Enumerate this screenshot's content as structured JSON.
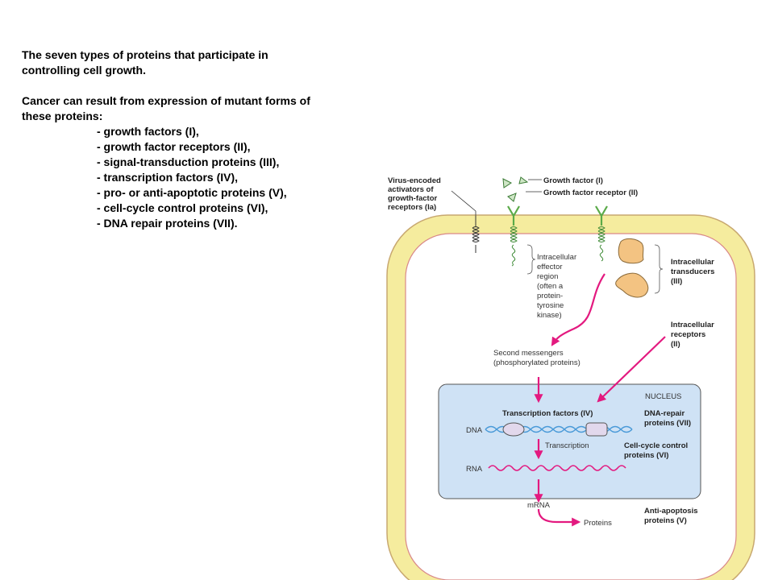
{
  "text": {
    "title_line1": "The seven types of proteins that participate in",
    "title_line2": "controlling cell growth.",
    "cancer_line1": "Cancer can result from expression of mutant forms of",
    "cancer_line2": "these proteins:",
    "items": [
      "- growth factors (I),",
      "- growth factor receptors (II),",
      "- signal-transduction proteins (III),",
      "- transcription factors (IV),",
      "- pro- or anti-apoptotic proteins (V),",
      "- cell-cycle control proteins (VI),",
      "- DNA repair proteins (VII)."
    ]
  },
  "diagram": {
    "virus_label": [
      "Virus-encoded",
      "activators of",
      "growth-factor",
      "receptors (Ia)"
    ],
    "growth_factor": "Growth factor (I)",
    "growth_factor_receptor": "Growth factor receptor (II)",
    "effector_label": [
      "Intracellular",
      "effector",
      "region",
      "(often a",
      "protein-",
      "tyrosine",
      "kinase)"
    ],
    "transducers_label": [
      "Intracellular",
      "transducers",
      "(III)"
    ],
    "receptors_label": [
      "Intracellular",
      "receptors",
      "(II)"
    ],
    "second_messengers": [
      "Second messengers",
      "(phosphorylated proteins)"
    ],
    "nucleus": "NUCLEUS",
    "transcription_factors": "Transcription factors (IV)",
    "dna_repair": [
      "DNA-repair",
      "proteins (VII)"
    ],
    "dna": "DNA",
    "transcription": "Transcription",
    "cell_cycle": [
      "Cell-cycle control",
      "proteins (VI)"
    ],
    "rna": "RNA",
    "mrna": "mRNA",
    "proteins": "Proteins",
    "anti_apoptosis": [
      "Anti-apoptosis",
      "proteins (V)"
    ],
    "colors": {
      "membrane": "#f5ec9e",
      "membrane_outline": "#c8a870",
      "inner_outline": "#d98888",
      "nucleus_fill": "#cfe2f5",
      "arrow": "#e3197f",
      "helix": "#4a9ad8",
      "receptor": "#5aaa48",
      "transducer": "#f3c382",
      "tf_fill": "#e2d8ec"
    }
  }
}
